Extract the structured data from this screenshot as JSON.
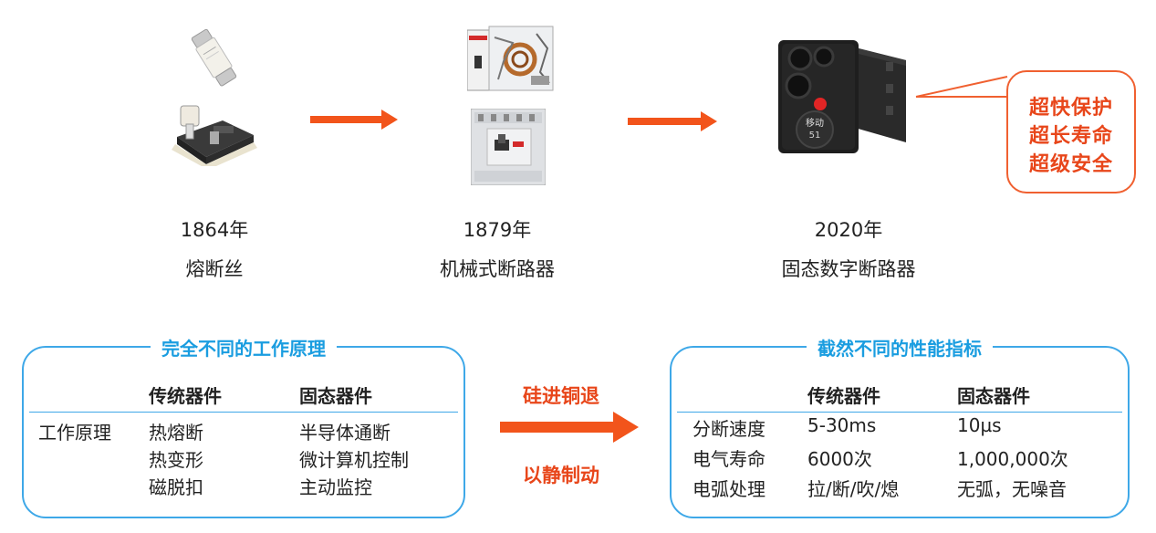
{
  "timeline": [
    {
      "year": "1864年",
      "name": "熔断丝"
    },
    {
      "year": "1879年",
      "name": "机械式断路器"
    },
    {
      "year": "2020年",
      "name": "固态数字断路器"
    }
  ],
  "device_label": {
    "line1": "移动",
    "line2": "51"
  },
  "callout": [
    "超快保护",
    "超长寿命",
    "超级安全"
  ],
  "left_panel": {
    "title": "完全不同的工作原理",
    "headers": [
      "传统器件",
      "固态器件"
    ],
    "row_label": "工作原理",
    "traditional": [
      "热熔断",
      "热变形",
      "磁脱扣"
    ],
    "solid_state": [
      "半导体通断",
      "微计算机控制",
      "主动监控"
    ]
  },
  "middle": {
    "top": "硅进铜退",
    "bottom": "以静制动"
  },
  "right_panel": {
    "title": "截然不同的性能指标",
    "headers": [
      "传统器件",
      "固态器件"
    ],
    "rows": [
      {
        "label": "分断速度",
        "traditional": "5-30ms",
        "solid_state": "10µs"
      },
      {
        "label": "电气寿命",
        "traditional": "6000次",
        "solid_state": "1,000,000次"
      },
      {
        "label": "电弧处理",
        "traditional": "拉/断/吹/熄",
        "solid_state": "无弧，无噪音"
      }
    ]
  },
  "colors": {
    "accent_orange": "#f2541b",
    "accent_blue": "#3ea8e8",
    "title_blue": "#1a9de0"
  }
}
